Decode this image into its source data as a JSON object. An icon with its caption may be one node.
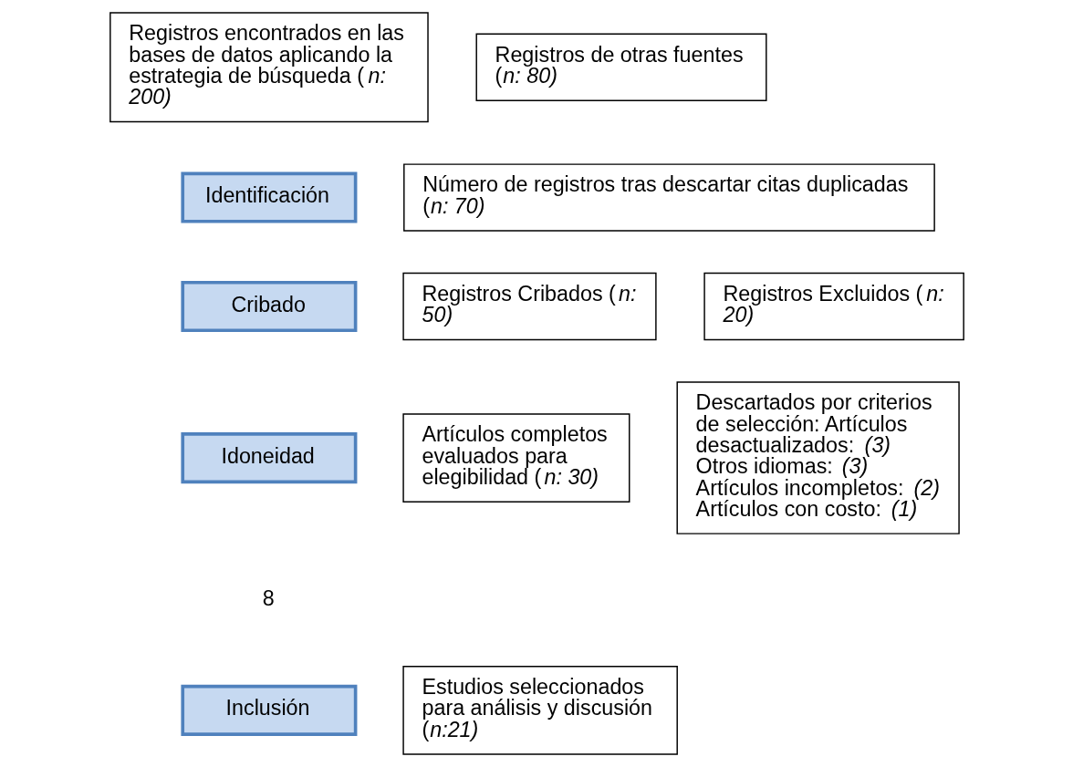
{
  "diagram": {
    "nodes": [
      {
        "text": [
          "Registros encontrados en las bases de datos aplicando la estrategia de búsqueda (*n: 200)*"
        ]
      },
      {
        "text": [
          "Registros de otras fuentes (*n: 80)*"
        ]
      },
      {
        "text": [
          "Identificación"
        ]
      },
      {
        "text": [
          "Número de registros tras descartar citas duplicadas (*n: 70)*"
        ]
      },
      {
        "text": [
          "Cribado"
        ]
      },
      {
        "text": [
          "Registros Cribados (*n: 50)*"
        ]
      },
      {
        "text": [
          "Registros Excluidos (*n: 20)*"
        ]
      },
      {
        "text": [
          "Idoneidad"
        ]
      },
      {
        "text": [
          "Artículos completos evaluados para elegibilidad (*n: 30)*"
        ]
      },
      {
        "text": [
          "Descartados por criterios de selección: Artículos desactualizados: *(3)* Otros idiomas: *(3)* Artículos incompletos: *(2)* Artículos con costo: *(1)*"
        ]
      },
      {
        "text": [
          "Inclusión"
        ]
      },
      {
        "text": [
          "Estudios seleccionados para análisis y discusión (*n:21)*"
        ]
      }
    ],
    "edges": [],
    "labels": [
      "8"
    ]
  }
}
